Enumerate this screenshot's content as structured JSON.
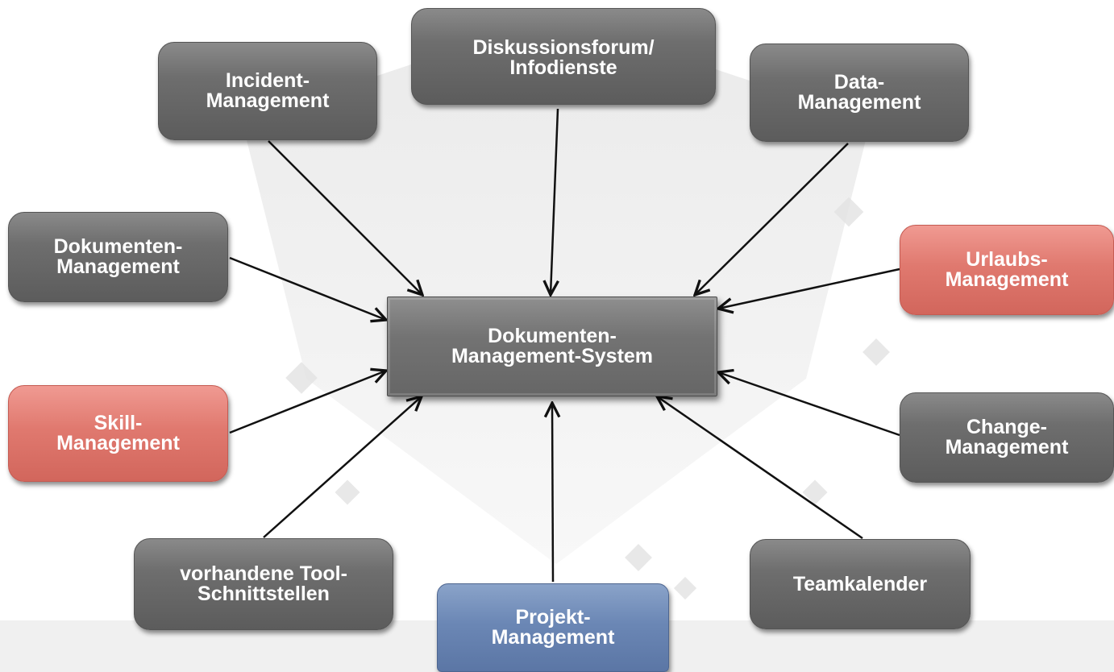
{
  "nodes": {
    "center": "Dokumenten-\nManagement-System",
    "incident": "Incident-\nManagement",
    "forum": "Diskussionsforum/\nInfodienste",
    "data": "Data-\nManagement",
    "dokumenten": "Dokumenten-\nManagement",
    "urlaubs": "Urlaubs-\nManagement",
    "skill": "Skill-\nManagement",
    "change": "Change-\nManagement",
    "tool": "vorhandene Tool-\nSchnittstellen",
    "projekt": "Projekt-\nManagement",
    "team": "Teamkalender"
  },
  "colors": {
    "gray_box": "#6e6e6e",
    "red_box": "#e0796f",
    "blue_box": "#6b87b5",
    "arrow": "#111111"
  }
}
